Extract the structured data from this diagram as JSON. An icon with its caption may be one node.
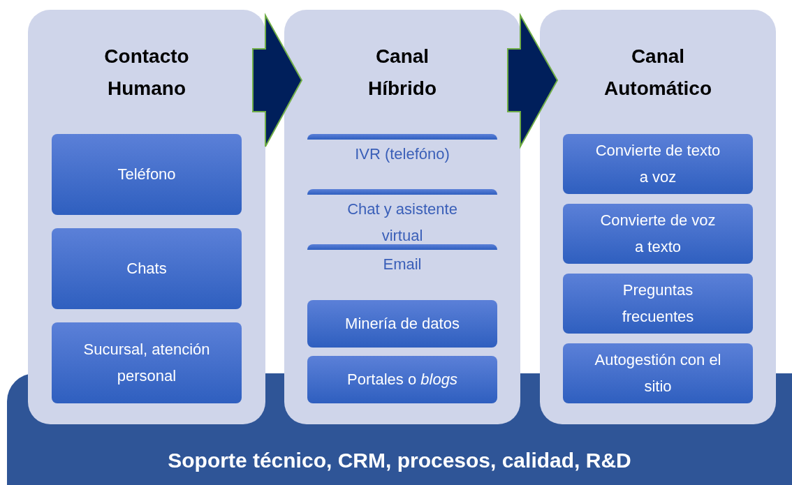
{
  "diagram": {
    "nodes": [
      {
        "text": [
          "Contacto Humano"
        ]
      },
      {
        "text": [
          "Teléfono"
        ],
        "in": 0
      },
      {
        "text": [
          "Chats"
        ],
        "in": 0
      },
      {
        "text": [
          "Sucursal, atención personal"
        ],
        "in": 0
      },
      {
        "text": [
          "Canal Híbrido"
        ]
      },
      {
        "text": [
          "IVR (telefóno)"
        ],
        "in": 4
      },
      {
        "text": [
          "Chat y asistente virtual"
        ],
        "in": 4
      },
      {
        "text": [
          "Email"
        ],
        "in": 4
      },
      {
        "text": [
          "Minería de datos"
        ],
        "in": 4
      },
      {
        "text": [
          "Portales o *blogs*"
        ],
        "in": 4
      },
      {
        "text": [
          "Canal Automático"
        ]
      },
      {
        "text": [
          "Convierte de texto a voz"
        ],
        "in": 10
      },
      {
        "text": [
          "Convierte de voz a texto"
        ],
        "in": 10
      },
      {
        "text": [
          "Preguntas frecuentes"
        ],
        "in": 10
      },
      {
        "text": [
          "Autogestión con el sitio"
        ],
        "in": 10
      },
      {
        "text": [
          "Soporte técnico, CRM, procesos, calidad, R&D"
        ]
      }
    ],
    "edges": [
      {
        "from": 0,
        "to": 4,
        "arrow": "to"
      },
      {
        "from": 4,
        "to": 10,
        "arrow": "to"
      }
    ]
  }
}
